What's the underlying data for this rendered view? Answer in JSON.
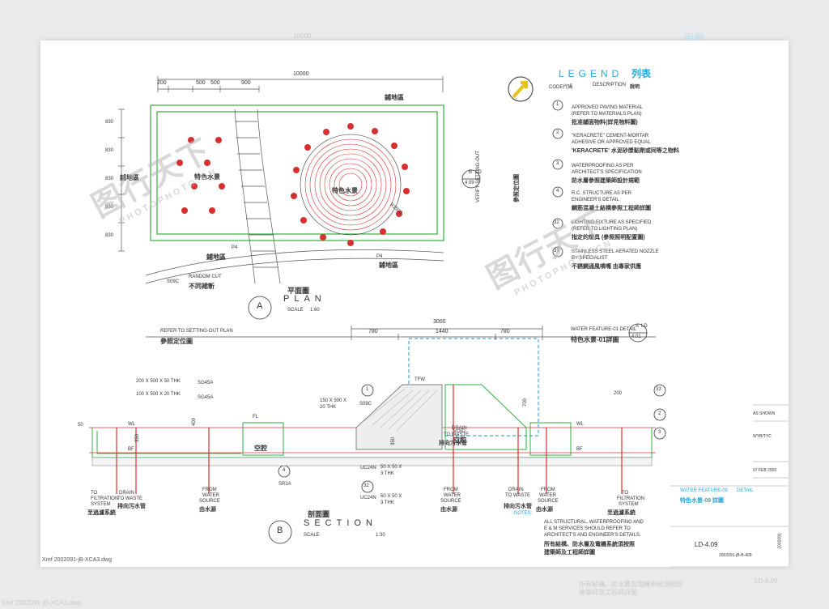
{
  "background_text": {
    "dim_top": "10000",
    "legend_top": "图例",
    "ld_ref": "LD-4.09",
    "notes_cn": "所有結構、防水層及電機系統須按照",
    "notes_cn2": "建築師及工程師詳圖",
    "xref": "Xref 2002091-jB-XCA3.dwg"
  },
  "plan": {
    "dims": [
      "200",
      "500",
      "500",
      "900",
      "10000"
    ],
    "left_dims": [
      "830",
      "830",
      "830",
      "830",
      "830"
    ],
    "labels": {
      "paving_top": "鋪地區",
      "paving_mid": "鋪地區",
      "paving_bot": "鋪地區",
      "feature_left": "特色水景",
      "feature_right": "特色水景",
      "random_cut": "RANDOM CUT",
      "random_cut_cn": "不同裙斬",
      "r_label": "R1500",
      "verify_cn": "參照定位圖",
      "verify": "VERIFY SETTING-OUT"
    },
    "tags": {
      "s09c": "S09C",
      "p4a": "P4",
      "p4b": "P4"
    },
    "section_marker": {
      "letter": "B",
      "ref": "LD",
      "sheet": "4.09"
    },
    "title_cn": "平面圖",
    "title": "PLAN",
    "scale": "SCALE",
    "scale_value": "1:60",
    "marker_letter": "A"
  },
  "legend": {
    "title": "LEGEND",
    "title_cn": "列表",
    "code_header": "CODE代碼",
    "desc_header": "DESCRIPTION",
    "desc_header_cn": "說明",
    "items": [
      {
        "code": "1",
        "en1": "APPROVED PAVING MATERIAL",
        "en2": "(REFER TO MATERIALS PLAN)",
        "cn": "批准鋪面物料(詳見物料圖)"
      },
      {
        "code": "2",
        "en1": "\"KERACRETE\" CEMENT-MORTAR",
        "en2": "ADHESIVE OR APPROVED EQUAL",
        "cn": "'KERACRETE' 水泥砂漿黏劑或同等之物料"
      },
      {
        "code": "3",
        "en1": "WATERPROOFING AS PER",
        "en2": "ARCHITECT'S SPECIFICATION",
        "cn": "防水層參照建築師設計規範"
      },
      {
        "code": "4",
        "en1": "R.C. STRUCTURE AS PER",
        "en2": "ENGINEER'S DETAIL",
        "cn": "鋼筋混凝土結構參照工程師詳圖"
      },
      {
        "code": "32",
        "en1": "LIGHTING FIXTURE AS SPECIFIED",
        "en2": "(REFER TO LIGHTING PLAN)",
        "cn": "指定的燈具 (參照照明配置圖)"
      },
      {
        "code": "33",
        "en1": "STAINLESS STEEL AERATED NOZZLE",
        "en2": "BY SPECIALIST",
        "cn": "不銹鋼通風噴嘴 由專家供應"
      }
    ]
  },
  "section": {
    "top_dims": [
      "3000",
      "780",
      "1440",
      "780"
    ],
    "refer": "REFER TO SETTING-OUT PLAN",
    "refer_cn": "參照定位圖",
    "detail": "WATER FEATURE-01 DETAIL",
    "detail_cn": "特色水景-01詳圖",
    "detail_marker": {
      "letter": "A",
      "ref": "LD",
      "sheet": "4.01"
    },
    "callouts": {
      "c1": "200 X 500 X 50 THK",
      "c1_tag": "SG45A",
      "c2": "100 X 500 X 20 THK",
      "c2_tag": "SG45A",
      "c3": "150 X 500 X",
      "c3b": "20 THK",
      "c3_tag": "S09C",
      "c4a": "50 X 50 X",
      "c4b": "3 THK",
      "c4_tag": "UC24N",
      "c5a": "50 X 50 X",
      "c5b": "3 THK",
      "c5_tag": "UC24N",
      "sr2a": "SR2A",
      "void": "空腔",
      "void2": "VOID",
      "void2_cn": "空腔",
      "wl": "WL",
      "fl": "FL",
      "bf": "BF",
      "tfw": "TFW"
    },
    "numbered": [
      "1",
      "2",
      "3",
      "4",
      "32",
      "33"
    ],
    "side_dims": [
      "50",
      "350",
      "400",
      "350",
      "700",
      "200"
    ],
    "bottom_labels": [
      {
        "l1": "TO",
        "l2": "FILTRATION",
        "l3": "SYSTEM",
        "cn": "至過濾系統"
      },
      {
        "l1": "DRAIN",
        "l2": "TO WASTE",
        "l3": "",
        "cn": "排向污水管"
      },
      {
        "l1": "FROM",
        "l2": "WATER",
        "l3": "SOURCE",
        "cn": "由水源"
      },
      {
        "l1": "FROM",
        "l2": "WATER",
        "l3": "SOURCE",
        "cn": "由水源"
      },
      {
        "l1": "DRAIN",
        "l2": "TO WASTE",
        "l3": "",
        "cn": "排向污水管"
      },
      {
        "l1": "FROM",
        "l2": "WATER",
        "l3": "SOURCE",
        "cn": "由水源"
      },
      {
        "l1": "TO",
        "l2": "FILTRATION",
        "l3": "SYSTEM",
        "cn": "至過濾系統"
      }
    ],
    "center_drain": {
      "l1": "DRAIN",
      "l2": "TO WASTE",
      "cn": "排向污水管"
    },
    "title_cn": "剖面圖",
    "title": "SECTION",
    "scale": "SCALE",
    "scale_value": "1:30",
    "marker_letter": "B"
  },
  "title_block": {
    "as_shown": "AS SHOWN",
    "drawn": "WYB/TYC",
    "date": "07 FEB 2003",
    "wf_title": "WATER FEATURE-09",
    "wf_title2": "DETAIL",
    "wf_title_cn": "特色水景-09 詳圖",
    "notes_head": "NOTES:",
    "notes1": "ALL STRUCTURAL, WATERPROOFING AND",
    "notes2": "E & M SERVICES SHOULD REFER TO",
    "notes3": "ARCHITECT'S AND ENGINEER'S DETAILS.",
    "notes_cn1": "所有結構、防水層及電機系統須按照",
    "notes_cn2": "建築師及工程師詳圖",
    "sheet_no": "LD-4.09",
    "file": "2002091-jB-B-409",
    "rev": "2002091"
  },
  "xref": "Xref 2002091-jB-XCA3.dwg",
  "watermark": {
    "big": "图行天下",
    "small": "PHOTOPHOTO.CN"
  },
  "colors": {
    "legend_blue": "#2aa6e0",
    "green": "#30b040",
    "red": "#d83030",
    "dim": "#555555"
  },
  "north_icon": "north-arrow-icon"
}
